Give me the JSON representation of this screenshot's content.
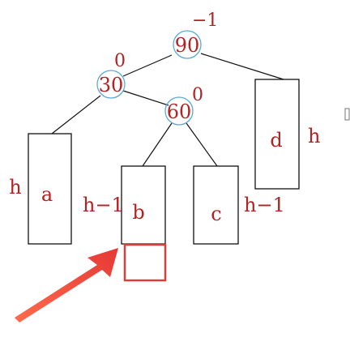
{
  "nodes": {
    "n90": {
      "key": "90",
      "balance": "−1"
    },
    "n30": {
      "key": "30",
      "balance": "0"
    },
    "n60": {
      "key": "60",
      "balance": "0"
    }
  },
  "subtrees": {
    "a": {
      "label": "a",
      "height": "h"
    },
    "b": {
      "label": "b",
      "height": "h−1"
    },
    "c": {
      "label": "c",
      "height": "h−1"
    },
    "d": {
      "label": "d",
      "height": "h"
    }
  },
  "colors": {
    "ink": "#111111",
    "text": "#b22222",
    "circle": "#5aa9d6",
    "highlight": "#e53935"
  }
}
